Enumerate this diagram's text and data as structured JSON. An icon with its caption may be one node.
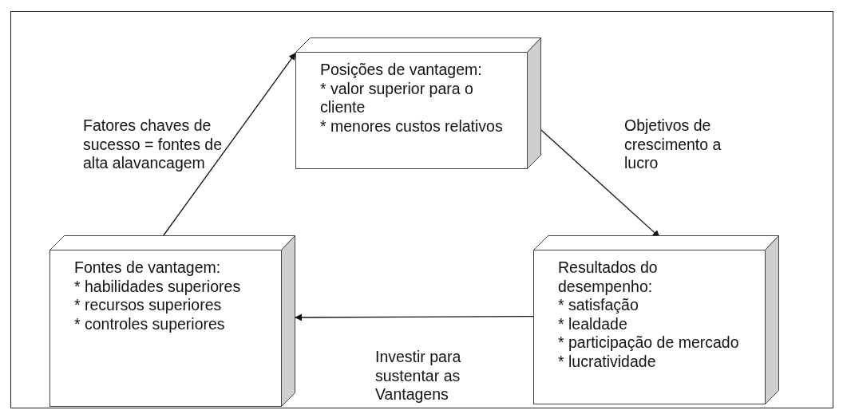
{
  "diagram": {
    "nodes": [
      {
        "text": [
          "Posições de vantagem:",
          "* valor superior para o cliente",
          "* menores custos relativos"
        ]
      },
      {
        "text": [
          "Fontes de vantagem:",
          "* habilidades superiores",
          "* recursos superiores",
          "* controles superiores"
        ]
      },
      {
        "text": [
          "Resultados do desempenho:",
          "* satisfação",
          "* lealdade",
          "* participação de mercado",
          "* lucratividade"
        ]
      }
    ],
    "edges": [
      {
        "from": 1,
        "to": 0,
        "arrow": "to",
        "label": "Fatores chaves de sucesso = fontes de alta alavancagem"
      },
      {
        "from": 0,
        "to": 2,
        "arrow": "to",
        "label": "Objetivos de crescimento a lucro"
      },
      {
        "from": 2,
        "to": 1,
        "arrow": "to",
        "label": "Investir para sustentar as Vantagens"
      }
    ]
  }
}
